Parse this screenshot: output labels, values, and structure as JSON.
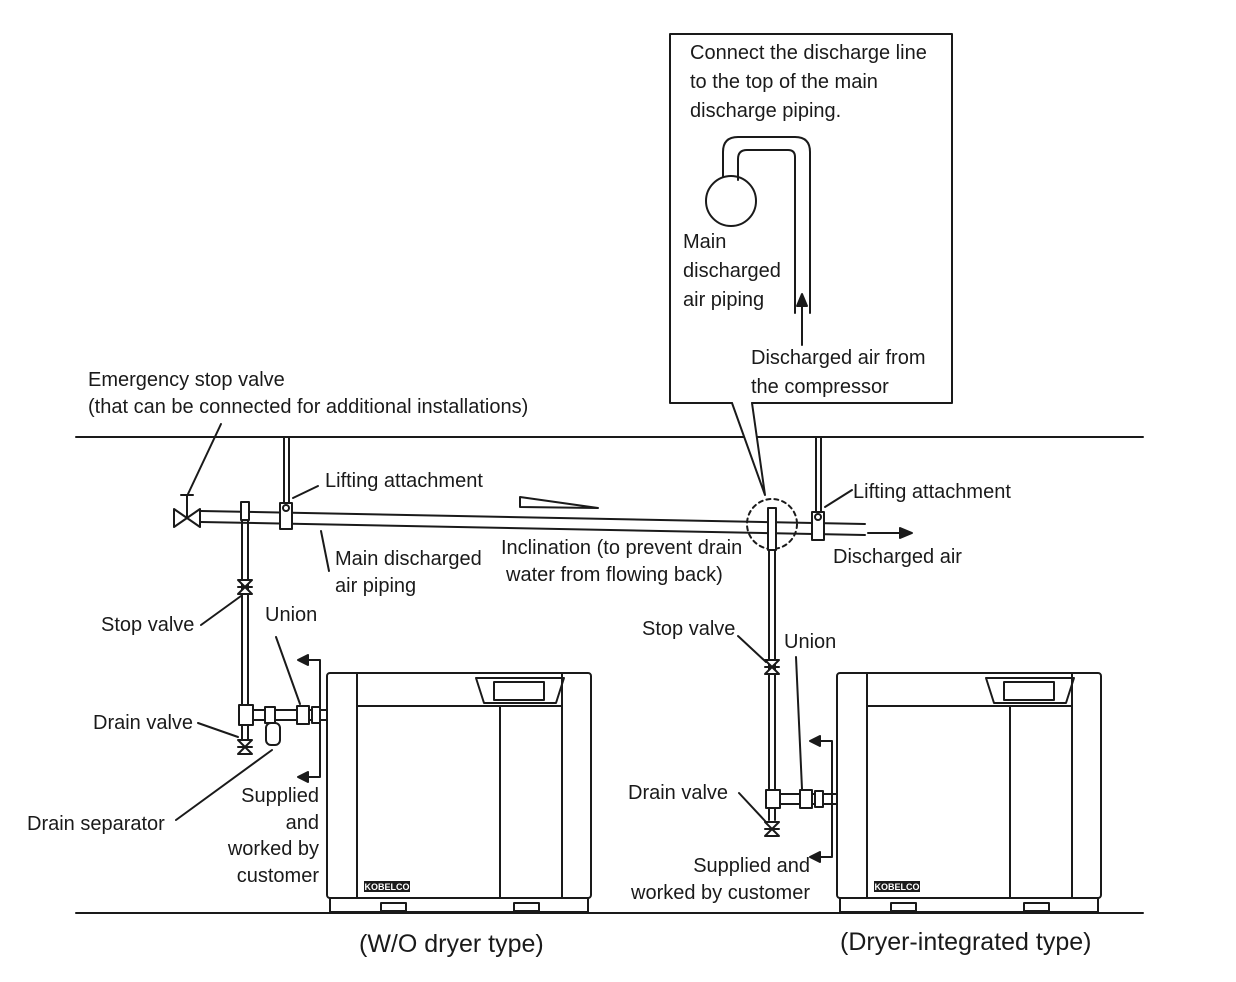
{
  "callout": {
    "note_lines": [
      "Connect the discharge line",
      "to the top of the main",
      "discharge piping."
    ],
    "main_lines": [
      "Main",
      "discharged",
      "air piping"
    ],
    "air_lines": [
      "Discharged air from",
      "the compressor"
    ]
  },
  "labels": {
    "emergency_stop_lines": [
      "Emergency stop valve",
      "(that can be connected for additional installations)"
    ],
    "lifting_left": "Lifting attachment",
    "lifting_right": "Lifting attachment",
    "main_piping_lines": [
      "Main discharged",
      "air piping"
    ],
    "inclination_lines": [
      "Inclination (to prevent drain",
      "water from flowing back)"
    ],
    "discharged_air": "Discharged air",
    "stop_valve_left": "Stop valve",
    "union_left": "Union",
    "drain_valve_left": "Drain valve",
    "drain_separator": "Drain separator",
    "supplied_left_lines": [
      "Supplied",
      "and",
      "worked by",
      "customer"
    ],
    "stop_valve_right": "Stop valve",
    "union_right": "Union",
    "drain_valve_right": "Drain valve",
    "supplied_right_lines": [
      "Supplied and",
      "worked by customer"
    ]
  },
  "units": {
    "brand": "KOBELCO"
  },
  "captions": {
    "left": "(W/O dryer type)",
    "right": "(Dryer-integrated type)"
  }
}
